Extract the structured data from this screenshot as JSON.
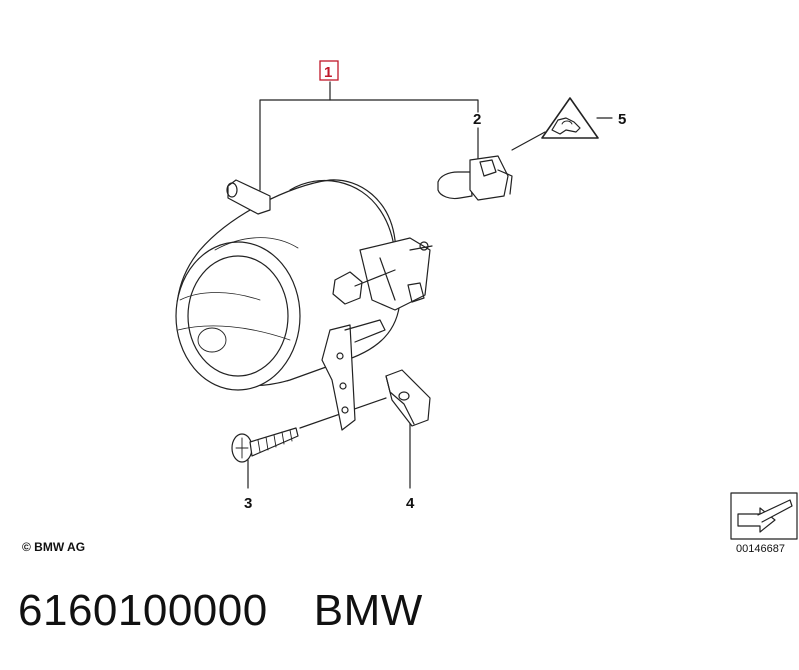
{
  "callouts": [
    {
      "label": "1",
      "boxed": true
    },
    {
      "label": "2",
      "boxed": false
    },
    {
      "label": "3",
      "boxed": false
    },
    {
      "label": "4",
      "boxed": false
    },
    {
      "label": "5",
      "boxed": false
    }
  ],
  "copyright": "© BMW AG",
  "diagram_id": "00146687",
  "footer": {
    "part_number": "6160100000",
    "brand": "BMW"
  },
  "colors": {
    "line": "#222222",
    "callout_box": "#c0182a"
  }
}
